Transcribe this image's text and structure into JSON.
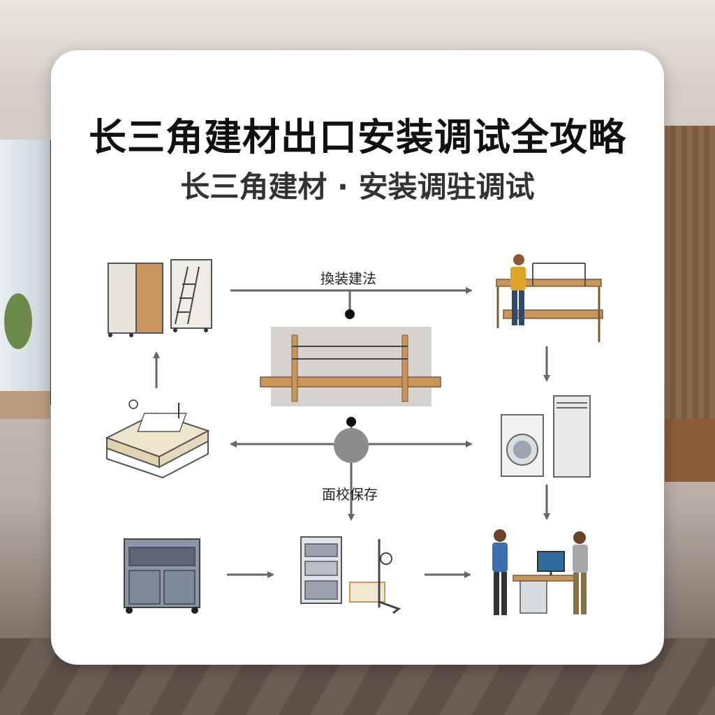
{
  "title": "长三角建材出口安装调试全攻略",
  "subtitle": "长三角建材 · 安装调驻调试",
  "labels": {
    "top_arrow": "換装建法",
    "bottom_arrow": "面校保存"
  },
  "icons": {
    "cabinet_ladder": "cabinet-ladder-icon",
    "wood_frame_worker": "worker-wood-frame-icon",
    "wall_shelf": "wall-shelf-icon",
    "stacked_panels": "stacked-panels-icon",
    "washer_fridge": "washer-fridge-icon",
    "metal_cabinet": "metal-cabinet-icon",
    "test_rack": "test-rack-icon",
    "workers_computer": "workers-computer-icon"
  },
  "colors": {
    "arrow": "#666666",
    "text": "#111111",
    "wood": "#c8955a",
    "metal": "#8a96a8"
  }
}
